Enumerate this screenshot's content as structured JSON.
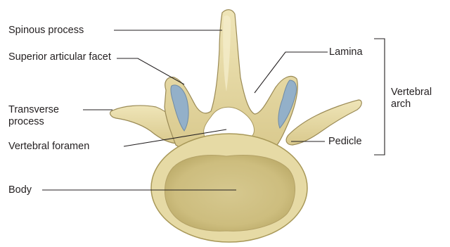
{
  "labels": {
    "spinous_process": "Spinous process",
    "superior_articular_facet": "Superior articular facet",
    "transverse_process": "Transverse process",
    "vertebral_foramen": "Vertebral foramen",
    "body": "Body",
    "lamina": "Lamina",
    "vertebral_arch": "Vertebral arch",
    "pedicle": "Pedicle"
  },
  "colors": {
    "bone": "#e5d9a2",
    "bone_shadow": "#bfae6e",
    "bone_outline": "#8c7c45",
    "facet": "#8aaac7",
    "body_center": "#d2c386",
    "leader_line": "#231f20"
  }
}
